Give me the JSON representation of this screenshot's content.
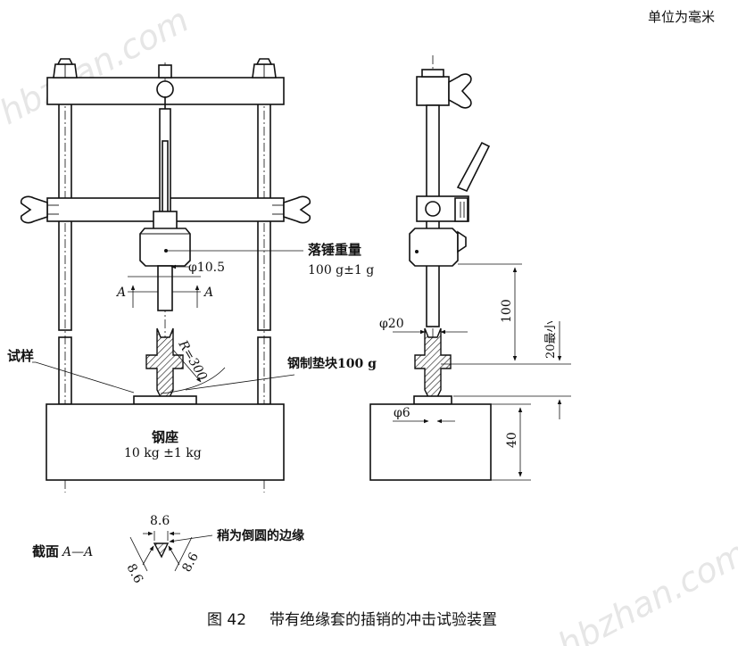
{
  "unit_note": "单位为毫米",
  "caption": {
    "number": "图 42",
    "title": "带有绝缘套的插销的冲击试验装置"
  },
  "labels": {
    "drop_weight_title": "落锤重量",
    "drop_weight_value": "100 g±1 g",
    "diameter_10_5": "φ10.5",
    "section_mark_left": "A",
    "section_mark_right": "A",
    "radius": "R=300",
    "specimen": "试样",
    "steel_pad": "钢制垫块100 g",
    "steel_base_title": "钢座",
    "steel_base_value": "10 kg ±1 kg",
    "dim_100": "100",
    "dim_20_min": "20最小",
    "dim_phi20": "φ20",
    "dim_phi6": "φ6",
    "dim_40": "40",
    "section_width": "8.6",
    "section_side_left": "8.6",
    "section_side_right": "8.6",
    "rounded_edges": "稍为倒圆的边缘",
    "section_title": "截面",
    "section_name": "A—A"
  },
  "watermark": "hbzhan.com",
  "colors": {
    "line": "#111111",
    "background": "#ffffff",
    "watermark": "#e6e6e6"
  }
}
